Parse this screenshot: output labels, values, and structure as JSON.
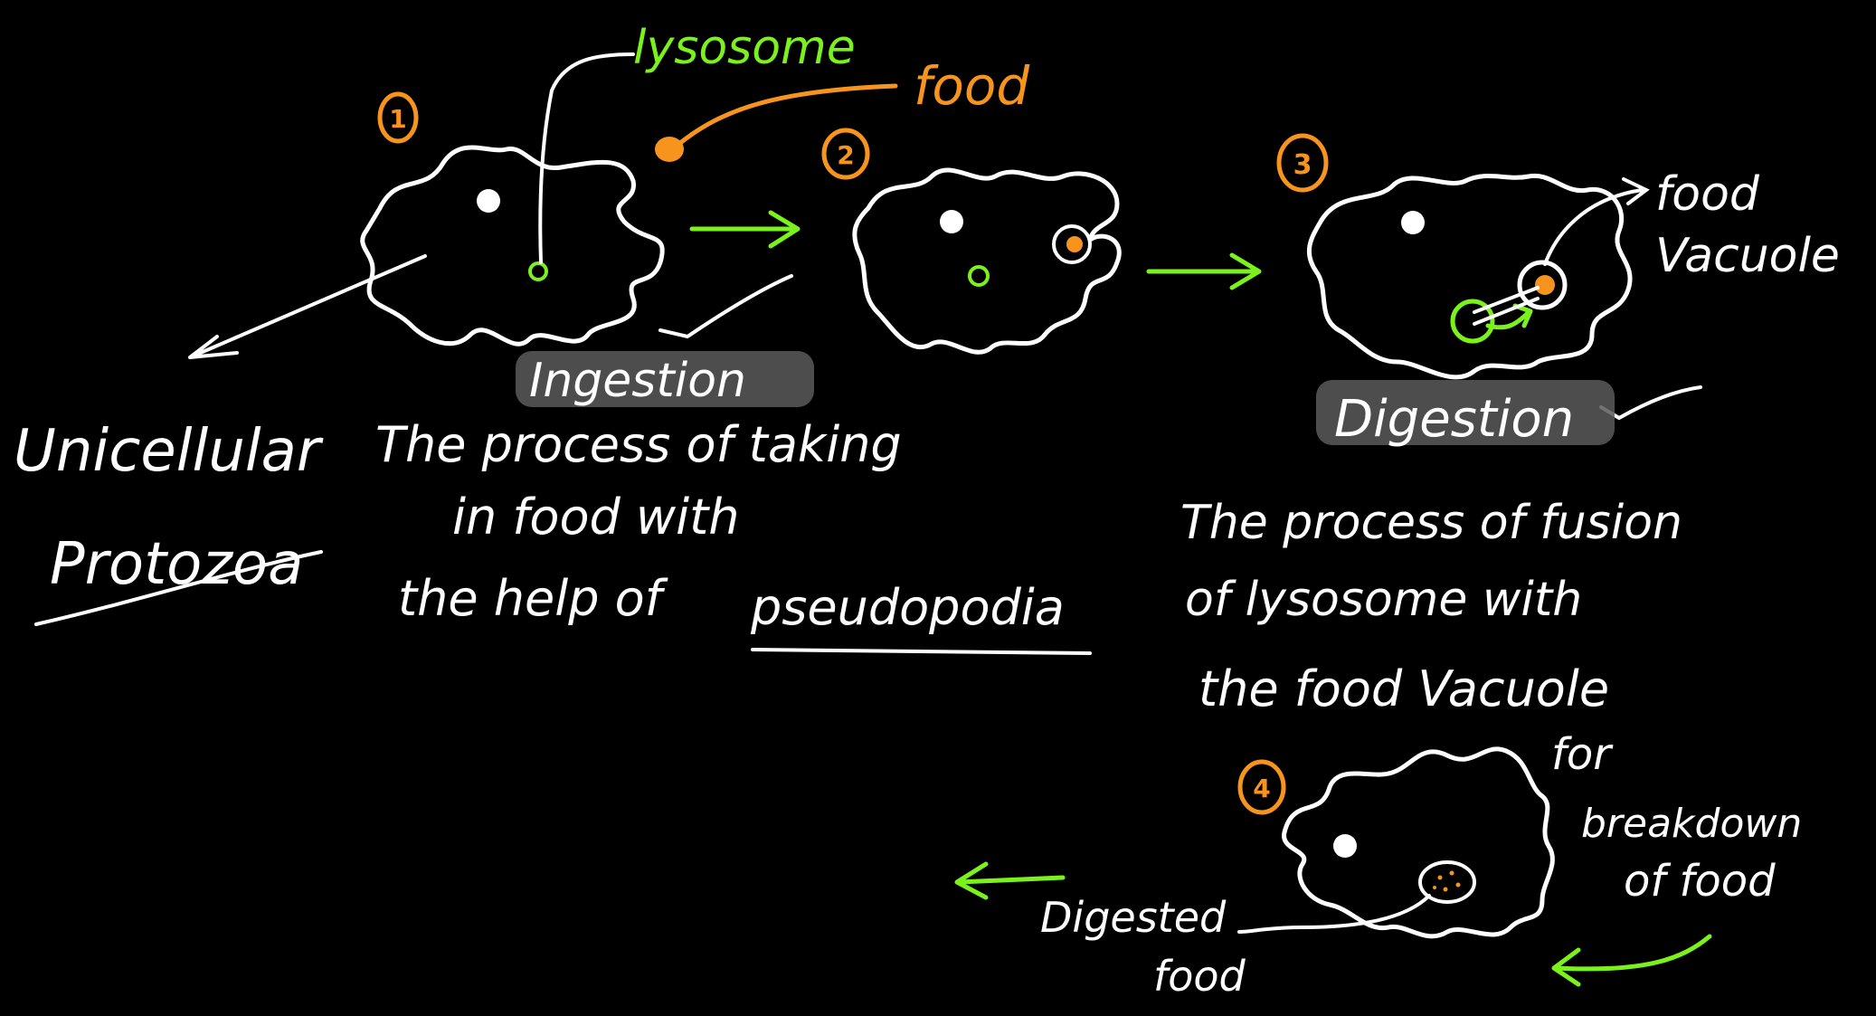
{
  "labels": {
    "lysosome": "lysosome",
    "food_top": "food",
    "step1": "1",
    "step2": "2",
    "step3": "3",
    "step4": "4",
    "food_vacuole_line1": "food",
    "food_vacuole_line2": "Vacuole",
    "unicellular": "Unicellular",
    "protozoa": "Protozoa",
    "ingestion_title": "Ingestion",
    "ingestion_line1": "The process of taking",
    "ingestion_line2": "in food with",
    "ingestion_line3_pre": "the help of",
    "ingestion_line3_term": "pseudopodia",
    "digestion_title": "Digestion",
    "digestion_line1": "The process of fusion",
    "digestion_line2": "of lysosome with",
    "digestion_line3": "the food Vacuole",
    "digestion_line4": "for",
    "digestion_line5": "breakdown",
    "digestion_line6": "of food",
    "digested_line1": "Digested",
    "digested_line2": "food"
  },
  "colors": {
    "background": "#000000",
    "ink": "#ffffff",
    "green": "#7cf21c",
    "orange": "#f7941d"
  }
}
